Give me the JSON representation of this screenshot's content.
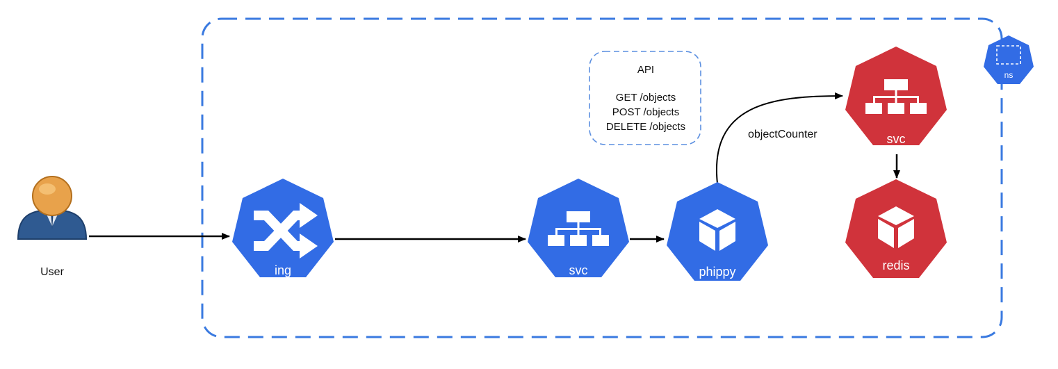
{
  "colors": {
    "k8s_blue": "#326ce5",
    "redis_red": "#d0333b",
    "arrow": "#000000",
    "user_head": "#e8a24b",
    "user_body": "#2f5a91"
  },
  "user": {
    "label": "User",
    "icon": "user-avatar-icon"
  },
  "namespace": {
    "label": "ns",
    "icon": "namespace-icon"
  },
  "api_box": {
    "title": "API",
    "endpoints": [
      "GET /objects",
      "POST /objects",
      "DELETE /objects"
    ]
  },
  "nodes": {
    "ingress": {
      "label": "ing",
      "icon": "ingress-crossing-arrows-icon"
    },
    "service": {
      "label": "svc",
      "icon": "service-hierarchy-icon"
    },
    "phippy": {
      "label": "phippy",
      "icon": "pod-cube-icon"
    },
    "redis_service": {
      "label": "svc",
      "icon": "service-hierarchy-icon"
    },
    "redis": {
      "label": "redis",
      "icon": "pod-cube-icon"
    }
  },
  "edges": {
    "phippy_to_redis_svc": {
      "label": "objectCounter"
    }
  }
}
